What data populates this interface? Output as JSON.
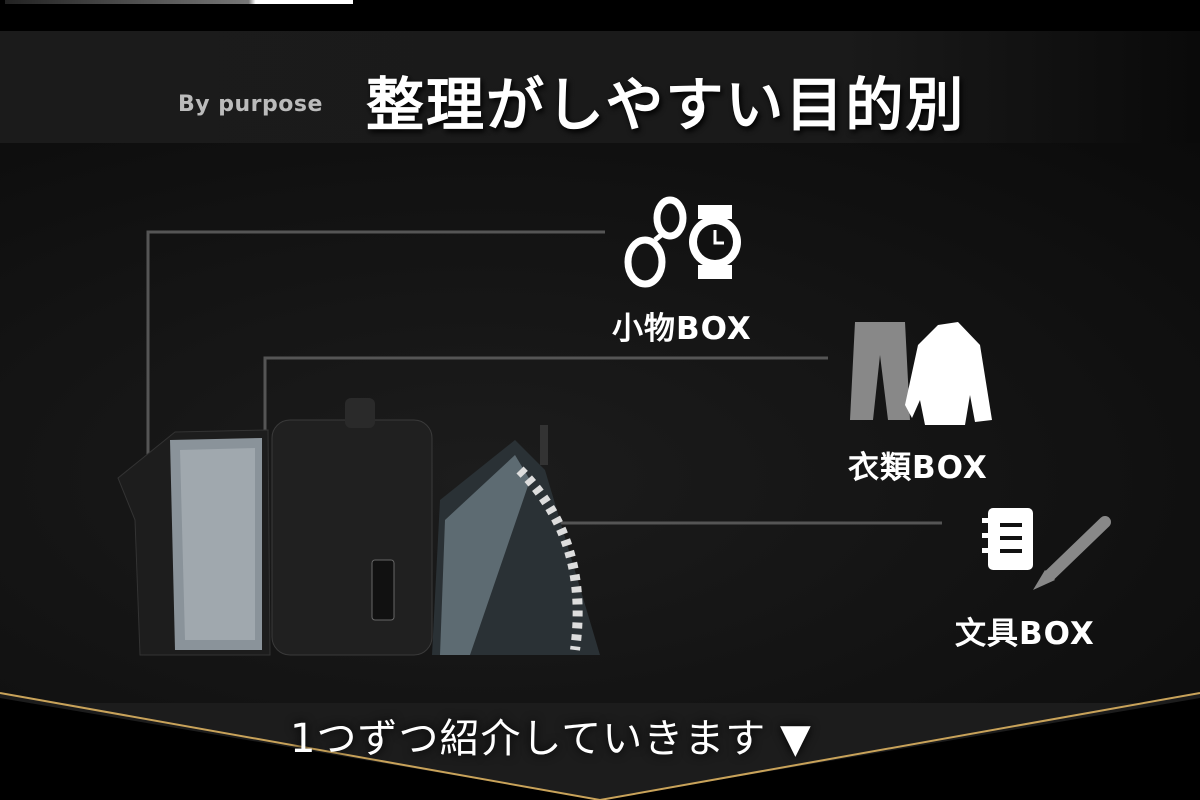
{
  "header": {
    "subtitle": "By purpose",
    "title": "整理がしやすい目的別"
  },
  "compartments": [
    {
      "label": "小物BOX",
      "icons": [
        "sunglasses-icon",
        "watch-icon"
      ]
    },
    {
      "label": "衣類BOX",
      "icons": [
        "pants-icon",
        "sweater-icon"
      ]
    },
    {
      "label": "文具BOX",
      "icons": [
        "notebook-icon",
        "pen-icon"
      ]
    }
  ],
  "footer": {
    "cta": "1つずつ紹介していきます ▼"
  },
  "colors": {
    "accent_gold": "#c9a35a",
    "band": "#1b1b1b"
  }
}
